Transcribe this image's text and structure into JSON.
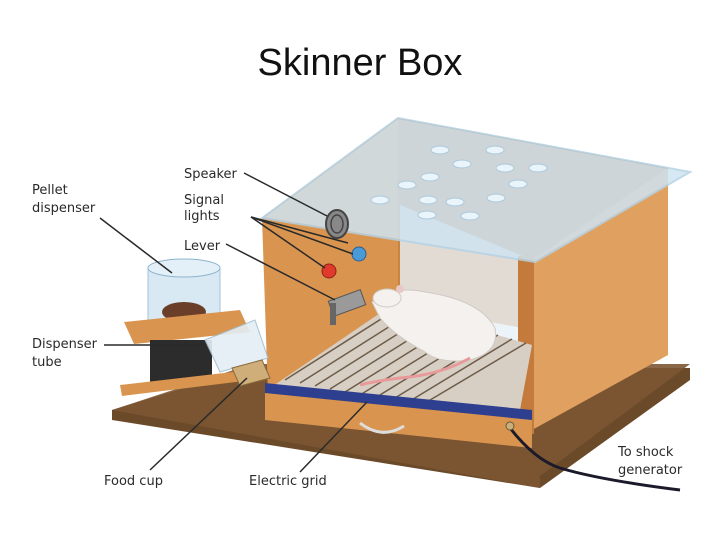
{
  "title": "Skinner Box",
  "labels": {
    "speaker": "Speaker",
    "signal_lights_1": "Signal",
    "signal_lights_2": "lights",
    "lever": "Lever",
    "pellet_dispenser_1": "Pellet",
    "pellet_dispenser_2": "dispenser",
    "dispenser_tube_1": "Dispenser",
    "dispenser_tube_2": "tube",
    "food_cup": "Food cup",
    "electric_grid": "Electric grid",
    "shock_1": "To shock",
    "shock_2": "generator"
  },
  "colors": {
    "wood": "#d9954f",
    "wood_dark": "#b87335",
    "base": "#6b4a2a",
    "glass": "#cfe4f2",
    "grid_strip": "#2f3f8f",
    "light_red": "#e03a2a",
    "light_blue": "#4a9ad8",
    "rat": "#f4f1ee",
    "tail": "#e89a9a"
  }
}
